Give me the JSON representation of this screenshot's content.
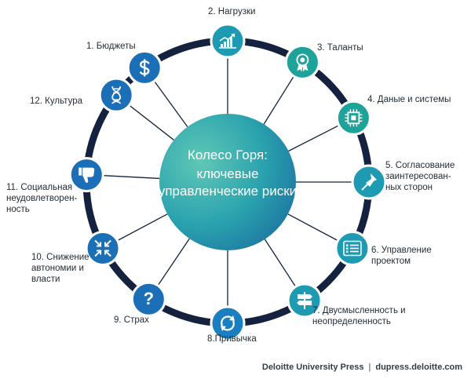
{
  "center": {
    "title": "Колесо Горя:",
    "subtitle": "ключевые управленческие риски"
  },
  "items": [
    {
      "label": "1. Бюджеты",
      "icon": "dollar-icon",
      "color": "#1a6fb6"
    },
    {
      "label": "2. Нагрузки",
      "icon": "chart-growth-icon",
      "color": "#1e9bb3"
    },
    {
      "label": "3. Таланты",
      "icon": "award-ribbon-icon",
      "color": "#1ea39a"
    },
    {
      "label": "4. Даные и системы",
      "icon": "chip-icon",
      "color": "#1ea39a"
    },
    {
      "label": "5. Согласование\nзаинтересован-\nных сторон",
      "icon": "pushpin-icon",
      "color": "#1e9bb3"
    },
    {
      "label": "6. Управление\nпроектом",
      "icon": "checklist-icon",
      "color": "#1e9bb3"
    },
    {
      "label": "7. Двусмысленность и\nнеопределенность",
      "icon": "signpost-icon",
      "color": "#1e9bb3"
    },
    {
      "label": "8.Привычка",
      "icon": "cycle-arrows-icon",
      "color": "#1a7fc0"
    },
    {
      "label": "9. Страх",
      "icon": "question-icon",
      "color": "#1a6fb6"
    },
    {
      "label": "10. Снижение\nавтономии и\nвласти",
      "icon": "shrink-arrows-icon",
      "color": "#1a6fb6"
    },
    {
      "label": "11. Социальная\nнеудовлетворен-\nность",
      "icon": "thumbs-down-icon",
      "color": "#1a6fb6"
    },
    {
      "label": "12. Культура",
      "icon": "dna-icon",
      "color": "#1a6fb6"
    }
  ],
  "footer": {
    "publisher": "Deloitte University Press",
    "separator": "|",
    "site": "dupress.deloitte.com"
  }
}
